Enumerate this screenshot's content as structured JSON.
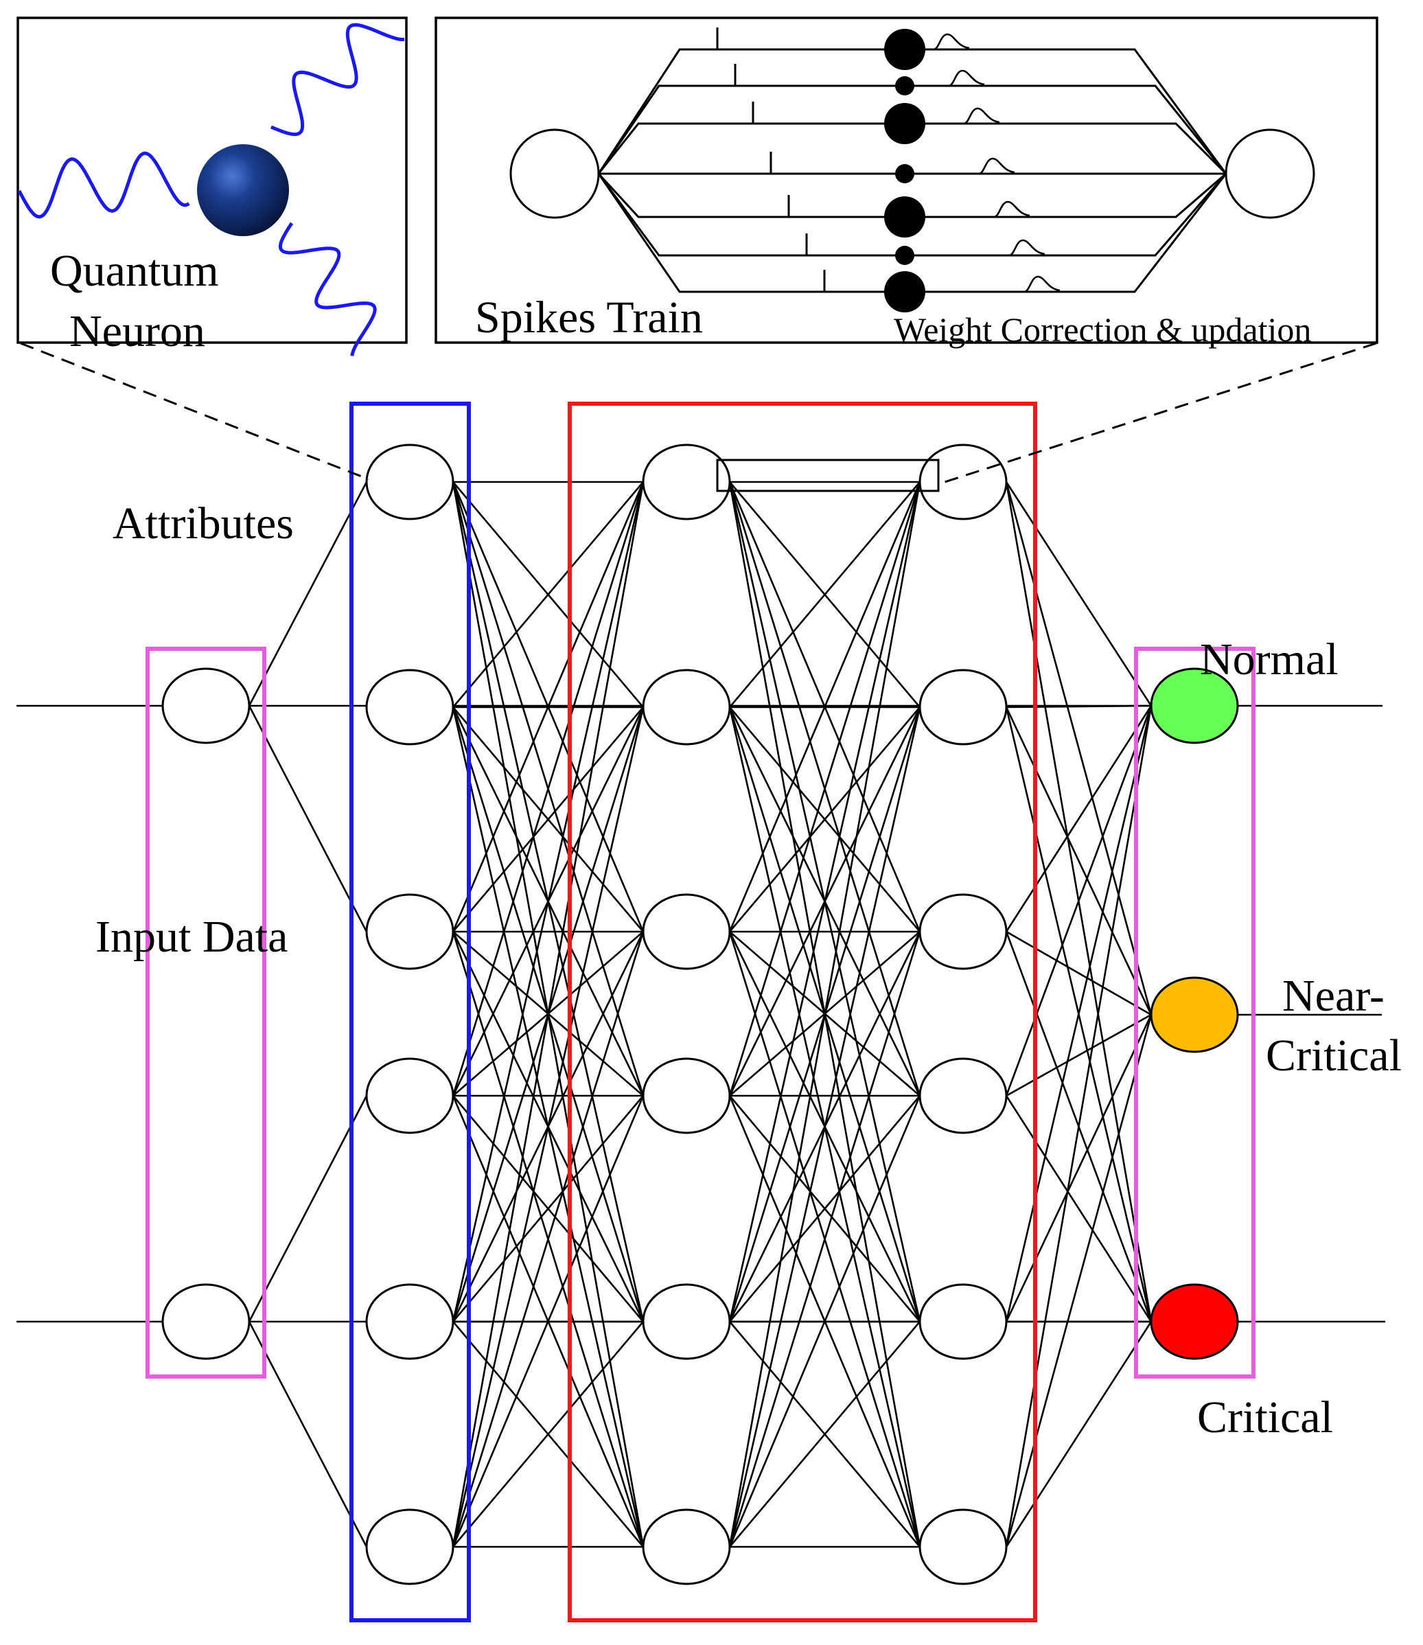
{
  "labels": {
    "quantum_line1": "Quantum",
    "quantum_line2": "Neuron",
    "spikes_train": "Spikes Train",
    "weight_correction": "Weight Correction & updation",
    "attributes": "Attributes",
    "input_data": "Input Data",
    "normal": "Normal",
    "near_line1": "Near-",
    "near_line2": "Critical",
    "critical": "Critical"
  },
  "colors": {
    "input_box": "#e85ce0",
    "attribute_box": "#1a1aee",
    "hidden_box": "#ee1a1a",
    "output_box": "#e85ce0",
    "wave": "#1a1aee",
    "quantum_sphere": "#0f2f70",
    "output_normal": "#66ff55",
    "output_near_critical": "#ffbb00",
    "output_critical": "#ff0000"
  },
  "layers": {
    "input_nodes": 2,
    "attribute_nodes": 6,
    "hidden1_nodes": 6,
    "hidden2_nodes": 6,
    "output_nodes": 3
  },
  "icons": {
    "quantum_particle": "sphere-icon",
    "wave": "wave-icon"
  }
}
